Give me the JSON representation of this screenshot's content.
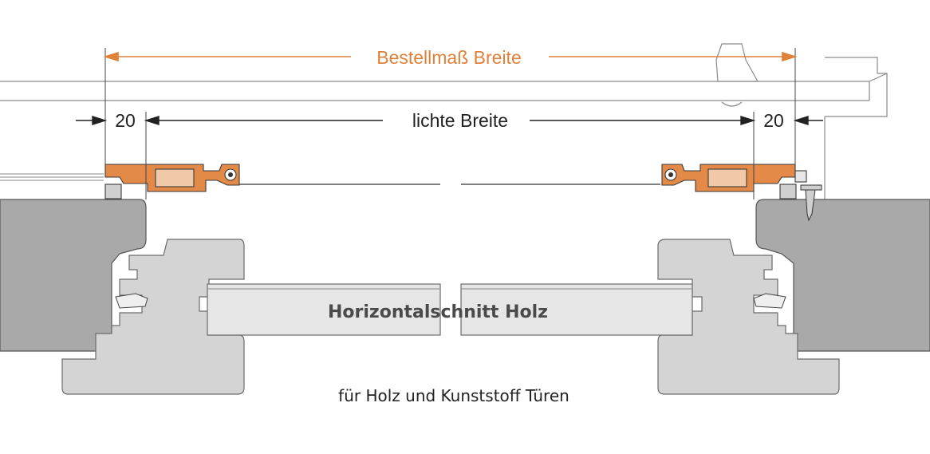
{
  "labels": {
    "order_width": "Bestellmaß Breite",
    "clear_width": "lichte Breite",
    "left_offset": "20",
    "right_offset": "20",
    "title": "Horizontalschnitt Holz",
    "subtitle": "für Holz und Kunststoff Türen"
  },
  "colors": {
    "dimension_orange": "#e0813a",
    "profile_orange": "#e38a48",
    "wall_gray": "#a9a9a9",
    "frame_gray": "#d4d4d4",
    "outline": "#6b6b6b"
  }
}
